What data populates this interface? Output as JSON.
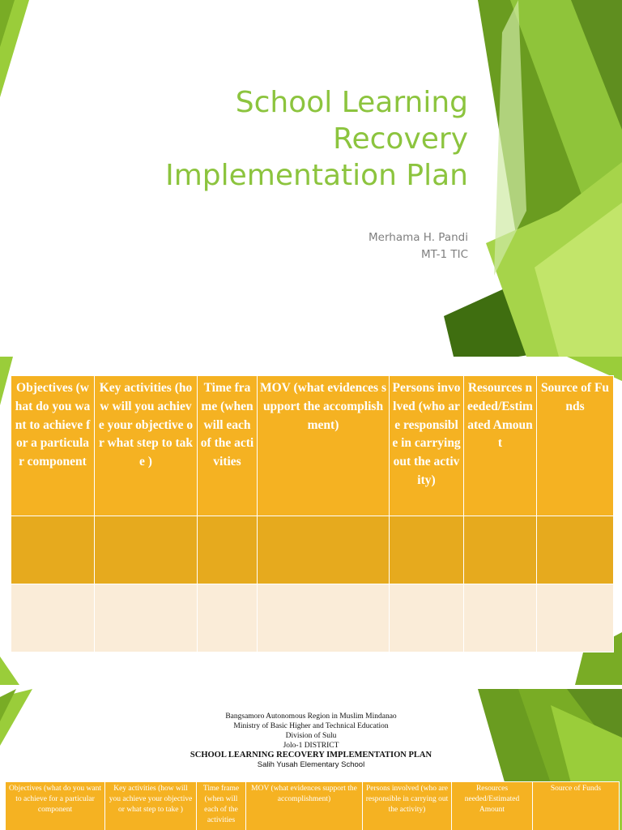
{
  "slide1": {
    "title_lines": [
      "School Learning",
      "Recovery",
      "Implementation Plan"
    ],
    "author": "Merhama H. Pandi",
    "position": "MT-1 TIC"
  },
  "slide2": {
    "headers": [
      "Objectives (what do you want to achieve for a particular component",
      "Key activities (how will you achieve your objective or what step to take )",
      "Time frame (when will each of the activities",
      "MOV (what evidences support the accomplishment)",
      "Persons involved (who are responsible in carrying out the activity)",
      "Resources needed/Estimated Amount",
      "Source of Funds"
    ]
  },
  "slide3": {
    "region": "Bangsamoro Autonomous Region in Muslim Mindanao",
    "ministry": "Ministry of Basic Higher and Technical Education",
    "division": "Division of Sulu",
    "district": "Jolo-1 DISTRICT",
    "plan_title": "SCHOOL LEARNING RECOVERY IMPLEMENTATION PLAN",
    "school": "Salih Yusah Elementary School",
    "headers": [
      "Objectives (what do you want to achieve for a particular component",
      "Key activities (how will you achieve your objective or what step to take )",
      "Time frame (when will each of the activities",
      "MOV (what evidences support the accomplishment)",
      "Persons involved (who are responsible in carrying out the activity)",
      "Resources needed/Estimated Amount",
      "Source of Funds"
    ]
  },
  "colors": {
    "title_green": "#8cc43e",
    "header_orange": "#f5b222",
    "row_dark": "#e6aa1e",
    "row_light": "#faecd8",
    "decor_greens": [
      "#5f8e1f",
      "#79ac25",
      "#9acd3a",
      "#b7e05a"
    ]
  }
}
